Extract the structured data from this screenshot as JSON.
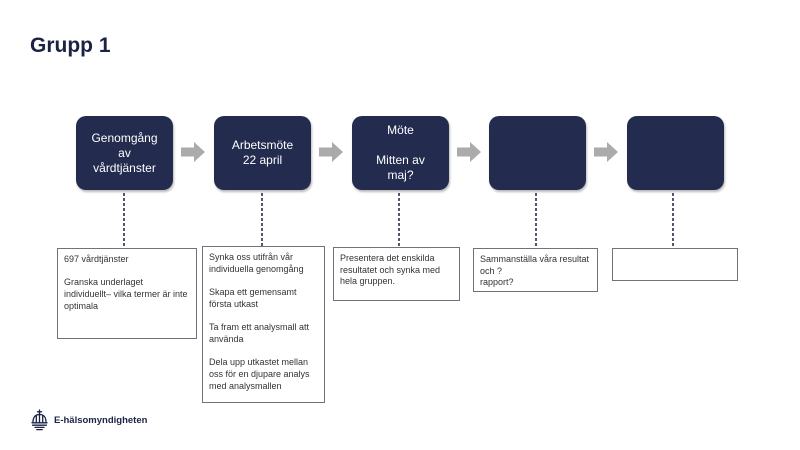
{
  "slide": {
    "title": "Grupp 1"
  },
  "flow": {
    "boxes": [
      {
        "label": "Genomgång\nav\nvårdtjänster"
      },
      {
        "label": "Arbetsmöte\n22 april"
      },
      {
        "label": "Möte\n\nMitten av\nmaj?"
      },
      {
        "label": ""
      },
      {
        "label": ""
      }
    ],
    "arrow_icon": "right-block-arrow"
  },
  "notes": [
    {
      "text": "697 vårdtjänster\n\nGranska underlaget individuellt– vilka termer är inte optimala"
    },
    {
      "text": "Synka oss utifrån vår individuella genomgång\n\nSkapa ett gemensamt första utkast\n\nTa fram ett analysmall att använda\n\nDela upp utkastet mellan oss för en djupare analys med analysmallen"
    },
    {
      "text": "Presentera det enskilda resultatet och synka med hela gruppen."
    },
    {
      "text": "Sammanställa våra resultat och ?\nrapport?"
    },
    {
      "text": ""
    }
  ],
  "footer": {
    "logo_text": "E-hälsomyndigheten",
    "logo_icon": "crown-icon"
  },
  "colors": {
    "navy": "#232b4e",
    "title_navy": "#1a2343",
    "arrow_gray": "#ababab",
    "connector": "#54546c",
    "note_border": "#72727c",
    "note_text": "#333333"
  }
}
